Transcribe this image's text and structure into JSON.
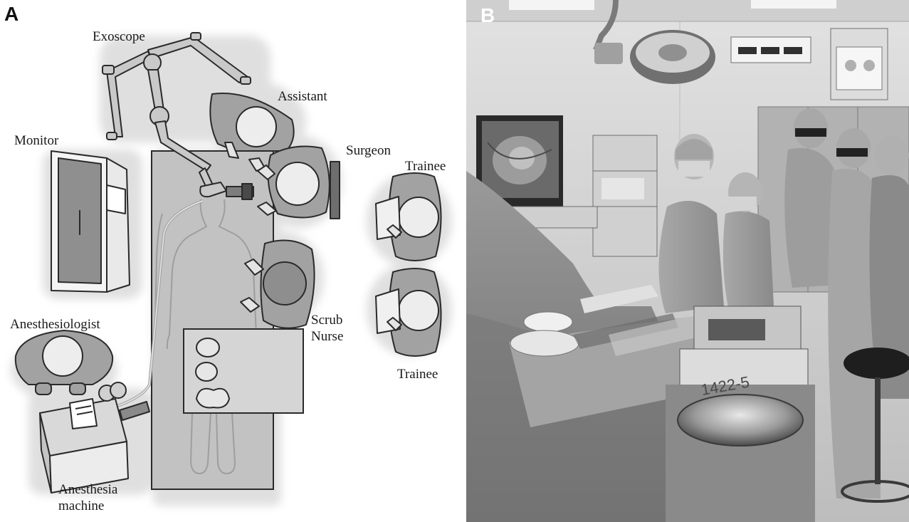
{
  "panels": {
    "a": {
      "letter": "A",
      "labels": {
        "exoscope": "Exoscope",
        "assistant": "Assistant",
        "monitor": "Monitor",
        "surgeon": "Surgeon",
        "trainee_top": "Trainee",
        "scrub_nurse": "Scrub\nNurse",
        "anesthesiologist": "Anesthesiologist",
        "trainee_bottom": "Trainee",
        "anesthesia_machine": "Anesthesia\nmachine"
      }
    },
    "b": {
      "letter": "B",
      "wall_label": "1422-5"
    }
  },
  "colors": {
    "line": "#2a2a2a",
    "gown_gray": "#9a9a9a",
    "cap_light": "#d6d6d6",
    "table_gray": "#bdbdbd",
    "photo_bg": "#8e8e8e"
  }
}
